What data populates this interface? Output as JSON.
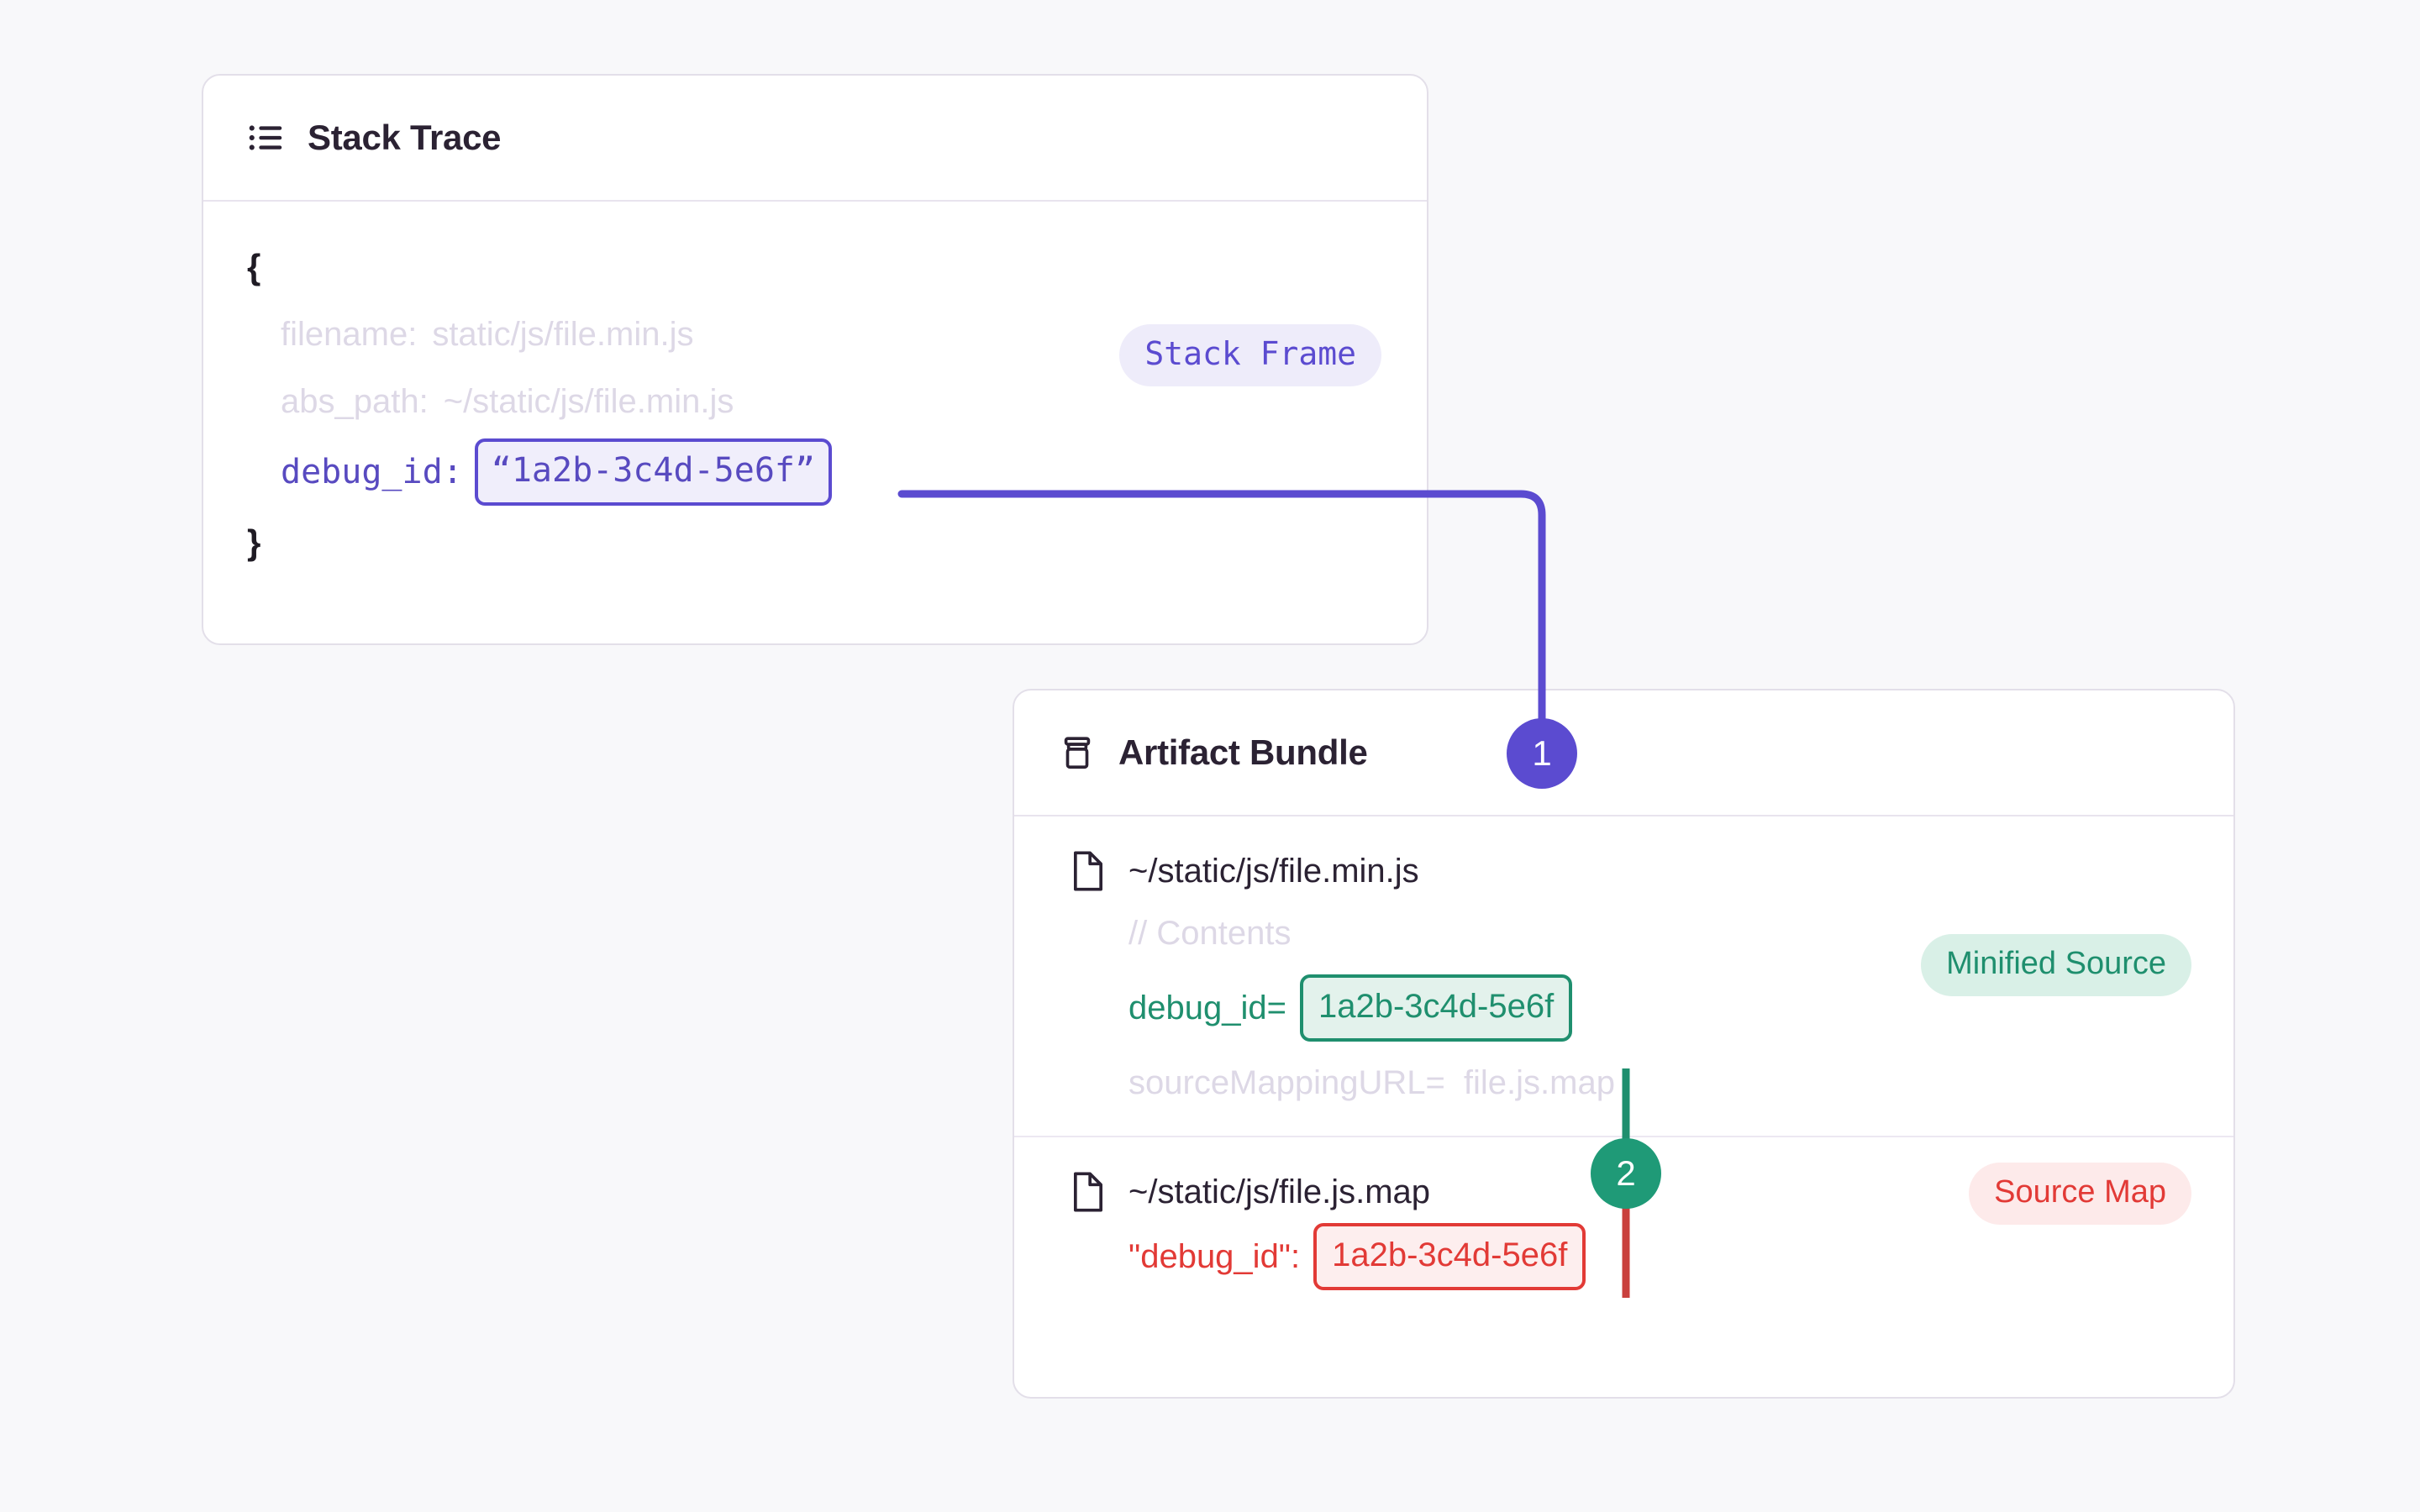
{
  "theme": {
    "background": "#f8f8fa",
    "card_background": "#ffffff",
    "card_border": "#e3dfe9",
    "purple": "#5b4bd0",
    "purple_soft_bg": "#f0eefb",
    "green": "#1f8f6e",
    "green_soft_bg": "#e3f2ec",
    "green_badge": "#1f9a77",
    "red": "#e23a36",
    "red_soft_bg": "#fdeeee",
    "muted_text": "#ddd8e6",
    "heading_text": "#2b2233"
  },
  "stack_trace_card": {
    "icon": "list-icon",
    "title": "Stack Trace",
    "badge": "Stack Frame",
    "open_brace": "{",
    "close_brace": "}",
    "rows": [
      {
        "key": "filename:",
        "value": "static/js/file.min.js",
        "style": "muted"
      },
      {
        "key": "abs_path:",
        "value": "~/static/js/file.min.js",
        "style": "muted"
      },
      {
        "key": "debug_id:",
        "value": "“1a2b-3c4d-5e6f”",
        "style": "highlight-purple"
      }
    ]
  },
  "artifact_bundle_card": {
    "icon": "archive-icon",
    "title": "Artifact Bundle",
    "files": [
      {
        "icon": "file-icon",
        "path": "~/static/js/file.min.js",
        "badge": "Minified Source",
        "lines": [
          {
            "text": "// Contents",
            "style": "muted"
          },
          {
            "key": "debug_id=",
            "value": "1a2b-3c4d-5e6f",
            "style": "highlight-green"
          },
          {
            "key": "sourceMappingURL=",
            "value": "file.js.map",
            "style": "muted"
          }
        ]
      },
      {
        "icon": "file-icon",
        "path": "~/static/js/file.js.map",
        "badge": "Source Map",
        "lines": [
          {
            "key": "\"debug_id\":",
            "value": "1a2b-3c4d-5e6f",
            "style": "highlight-red"
          }
        ]
      }
    ]
  },
  "connectors": [
    {
      "name": "stack-frame-to-minified-source",
      "step": "1",
      "from_color": "#5b4bd0",
      "to_color": "#1f8f6e"
    },
    {
      "name": "minified-source-to-source-map",
      "step": "2",
      "from_color": "#1f9a77",
      "to_color": "#e23a36"
    }
  ]
}
